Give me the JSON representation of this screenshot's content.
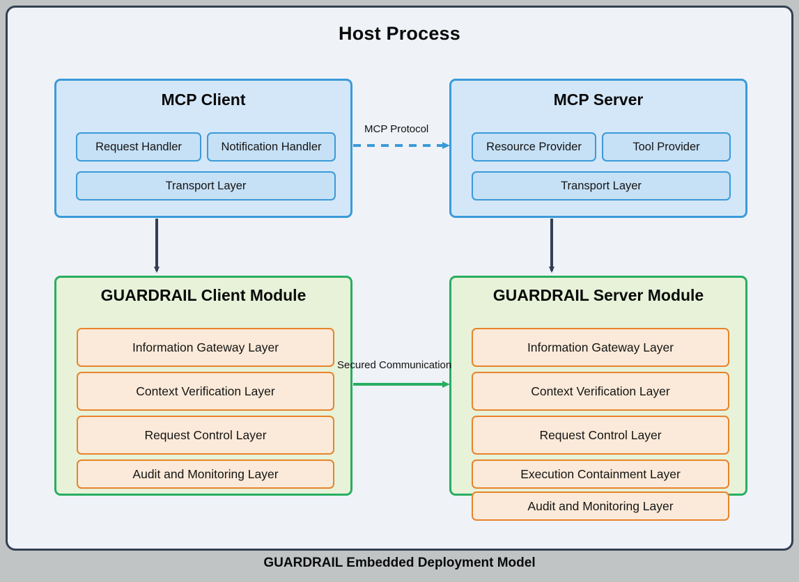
{
  "host": {
    "title": "Host Process"
  },
  "mcp_client": {
    "title": "MCP Client",
    "components": [
      {
        "label": "Request Handler"
      },
      {
        "label": "Notification Handler"
      },
      {
        "label": "Transport Layer"
      }
    ]
  },
  "mcp_server": {
    "title": "MCP Server",
    "components": [
      {
        "label": "Resource Provider"
      },
      {
        "label": "Tool Provider"
      },
      {
        "label": "Transport Layer"
      }
    ]
  },
  "guardrail_client": {
    "title": "GUARDRAIL Client Module",
    "layers": [
      {
        "label": "Information Gateway Layer"
      },
      {
        "label": "Context Verification Layer"
      },
      {
        "label": "Request Control Layer"
      },
      {
        "label": "Audit and Monitoring Layer"
      }
    ]
  },
  "guardrail_server": {
    "title": "GUARDRAIL Server Module",
    "layers": [
      {
        "label": "Information Gateway Layer"
      },
      {
        "label": "Context Verification Layer"
      },
      {
        "label": "Request Control Layer"
      },
      {
        "label": "Execution Containment Layer"
      },
      {
        "label": "Audit and Monitoring Layer"
      }
    ]
  },
  "connections": {
    "mcp_protocol_label": "MCP Protocol",
    "secured_communication_label": "Secured Communication"
  },
  "caption": {
    "text": "GUARDRAIL Embedded Deployment Model"
  },
  "colors": {
    "page_background": "#c0c4c4",
    "panel_background": "#eff2f7",
    "panel_border": "#333f52",
    "mcp_fill": "#d4e7f8",
    "mcp_border": "#3a9ad9",
    "mcp_sub_fill": "#c6e0f5",
    "guardrail_fill": "#e7f2d9",
    "guardrail_border": "#27ae60",
    "layer_fill": "#fbead9",
    "layer_border": "#e8832a",
    "arrow_dark": "#333f52",
    "arrow_blue": "#3a9ad9",
    "arrow_green": "#27ae60"
  }
}
